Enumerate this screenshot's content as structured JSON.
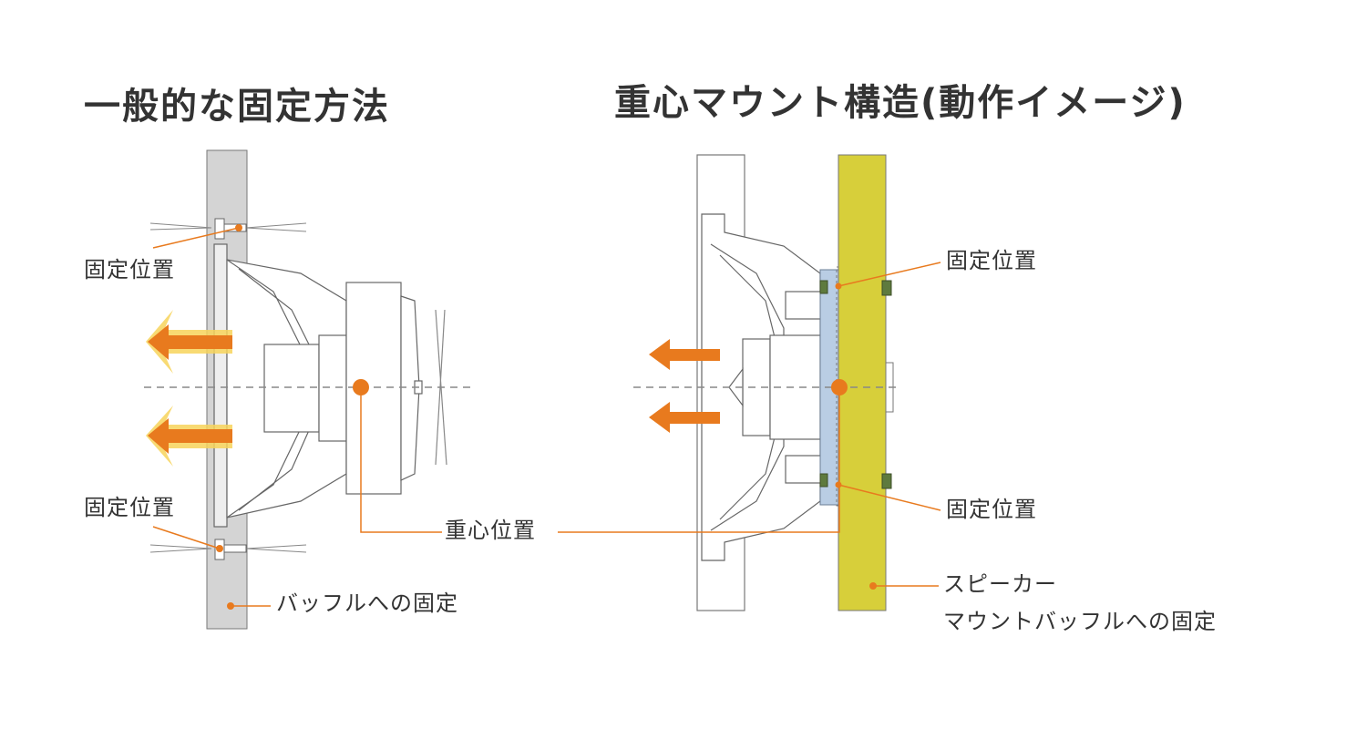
{
  "titles": {
    "left": "一般的な固定方法",
    "right": "重心マウント構造(動作イメージ)"
  },
  "labels": {
    "fix_pos": "固定位置",
    "center_of_gravity": "重心位置",
    "baffle_fix": "バッフルへの固定",
    "speaker_mount_line1": "スピーカー",
    "speaker_mount_line2": "マウントバッフルへの固定"
  },
  "colors": {
    "accent_orange": "#e87a1e",
    "glow_yellow": "#f7d35a",
    "baffle_gray": "#d4d4d4",
    "mount_yellow": "#d7cf3a",
    "bracket_blue": "#b9cde4",
    "screw_green": "#5e7a3e",
    "line": "#555555"
  }
}
